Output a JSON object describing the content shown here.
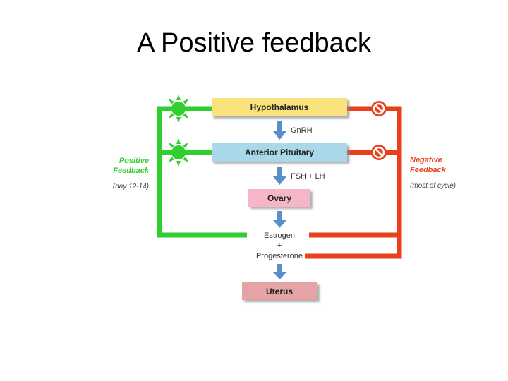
{
  "title": "A Positive feedback",
  "boxes": {
    "hypothalamus": "Hypothalamus",
    "anterior_pituitary": "Anterior Pituitary",
    "ovary": "Ovary",
    "uterus": "Uterus"
  },
  "arrows": {
    "gnrh": "GnRH",
    "fsh_lh": "FSH + LH"
  },
  "hormones": {
    "estrogen": "Estrogen",
    "plus": "+",
    "progesterone": "Progesterone"
  },
  "positive": {
    "line1": "Positive",
    "line2": "Feedback",
    "note": "(day 12-14)",
    "color": "#2fcf2f"
  },
  "negative": {
    "line1": "Negative",
    "line2": "Feedback",
    "note": "(most of cycle)",
    "color": "#e8401c"
  },
  "colors": {
    "hypothalamus": "#f9e27c",
    "anterior_pituitary": "#a9d9e8",
    "ovary": "#f7b6c8",
    "uterus": "#e6a3a6",
    "arrow": "#5b8fc7"
  },
  "icons": {
    "stimulate": "green-sun-icon",
    "inhibit": "red-no-symbol-icon"
  }
}
